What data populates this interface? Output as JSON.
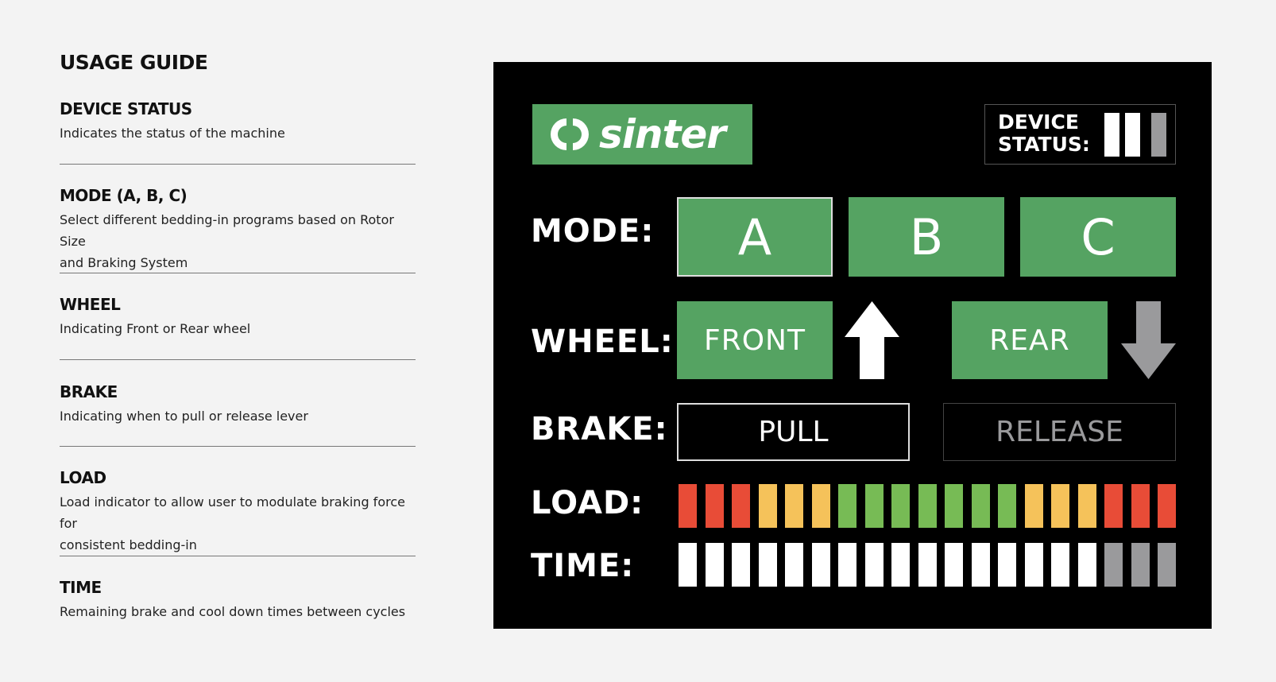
{
  "guide": {
    "title": "USAGE GUIDE",
    "sections": [
      {
        "heading": "DEVICE STATUS",
        "desc": [
          "Indicates the status of the machine"
        ]
      },
      {
        "heading": "MODE (A, B, C)",
        "desc": [
          "Select different bedding-in programs based on Rotor Size",
          "and Braking System"
        ]
      },
      {
        "heading": "WHEEL",
        "desc": [
          "Indicating Front or Rear wheel"
        ]
      },
      {
        "heading": "BRAKE",
        "desc": [
          "Indicating when to pull or release lever"
        ]
      },
      {
        "heading": "LOAD",
        "desc": [
          "Load indicator to allow user to modulate braking force for",
          "consistent bedding-in"
        ]
      },
      {
        "heading": "TIME",
        "desc": [
          "Remaining brake and cool down times between cycles"
        ]
      }
    ]
  },
  "panel": {
    "logo": "sinter",
    "device_status": {
      "label_line1": "DEVICE",
      "label_line2": "STATUS:",
      "levels": [
        "on",
        "on",
        "off"
      ]
    },
    "mode": {
      "label": "MODE:",
      "options": [
        "A",
        "B",
        "C"
      ],
      "selected": "A"
    },
    "wheel": {
      "label": "WHEEL:",
      "front": "FRONT",
      "rear": "REAR",
      "active": "front"
    },
    "brake": {
      "label": "BRAKE:",
      "pull": "PULL",
      "release": "RELEASE",
      "active": "pull"
    },
    "load": {
      "label": "LOAD:",
      "segments": [
        "red",
        "red",
        "red",
        "yellow",
        "yellow",
        "yellow",
        "green",
        "green",
        "green",
        "green",
        "green",
        "green",
        "green",
        "yellow",
        "yellow",
        "yellow",
        "red",
        "red",
        "red"
      ]
    },
    "time": {
      "label": "TIME:",
      "total_segments": 19,
      "remaining_segments": 16
    },
    "colors": {
      "green": "#55a362",
      "red": "#e84c37",
      "yellow": "#f5c25a",
      "lgreen": "#77bb55",
      "white": "#ffffff",
      "gray": "#9a9a9c"
    }
  }
}
